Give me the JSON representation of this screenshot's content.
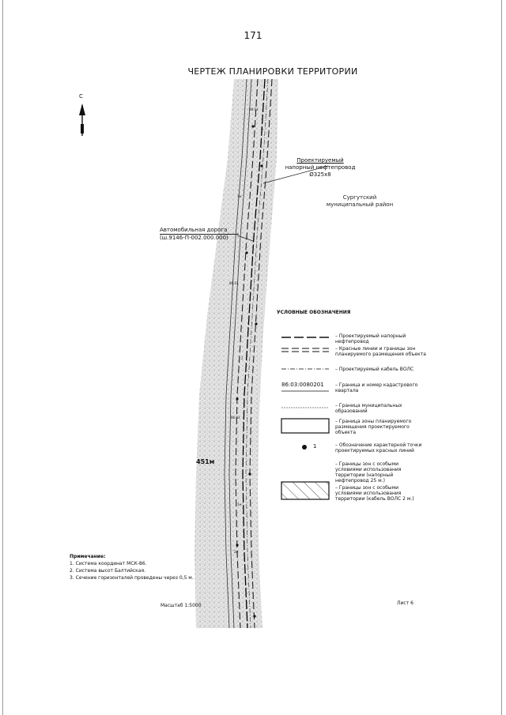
{
  "page_number": "171",
  "title": "ЧЕРТЕЖ ПЛАНИРОВКИ ТЕРРИТОРИИ",
  "north_label": "С",
  "labels": {
    "pipeline": [
      "Проектируемый",
      "напорный нефтепровод",
      "Ø325х8"
    ],
    "district": [
      "Сургутский",
      "муниципальный район"
    ],
    "road": [
      "Автомобильная дорога",
      "(ш.9146-П-002.000.000)"
    ],
    "region_mark": "451м"
  },
  "legend": {
    "title": "УСЛОВНЫЕ ОБОЗНАЧЕНИЯ",
    "items": [
      {
        "symbol": "long-dash",
        "text": "– Проектируемый напорный нефтепровод"
      },
      {
        "symbol": "double-dash",
        "text": "– Красные линии и границы зон планируемого размещения объекта"
      },
      {
        "symbol": "dash-dot",
        "text": "– Проектируемый кабель ВОЛС"
      },
      {
        "symbol": "cadastral",
        "symbol_text": "86:03:0080201",
        "text": "– Граница и номер кадастрового квартала"
      },
      {
        "symbol": "thin-line",
        "text": "– Граница муниципальных образований"
      },
      {
        "symbol": "box",
        "text": "– Граница зоны планируемого размещения проектируемого объекта"
      },
      {
        "symbol": "dot",
        "symbol_text": "1",
        "text": "– Обозначение характерной точки проектируемых красных линий"
      },
      {
        "symbol": "none",
        "text": "– Границы зон с особыми условиями использования территории (напорный нефтепровод 25 м.)"
      },
      {
        "symbol": "hatched",
        "text": "– Границы зон с особыми условиями использования территории (кабель ВОЛС 2 м.)"
      }
    ]
  },
  "notes": {
    "title": "Примечание:",
    "items": [
      "1. Система координат МСК-86.",
      "2. Система высот Балтийская.",
      "3. Сечение горизонталей проведены через 0,5 м."
    ]
  },
  "scale": "Масштаб 1:5000",
  "sheet": "Лист 6"
}
